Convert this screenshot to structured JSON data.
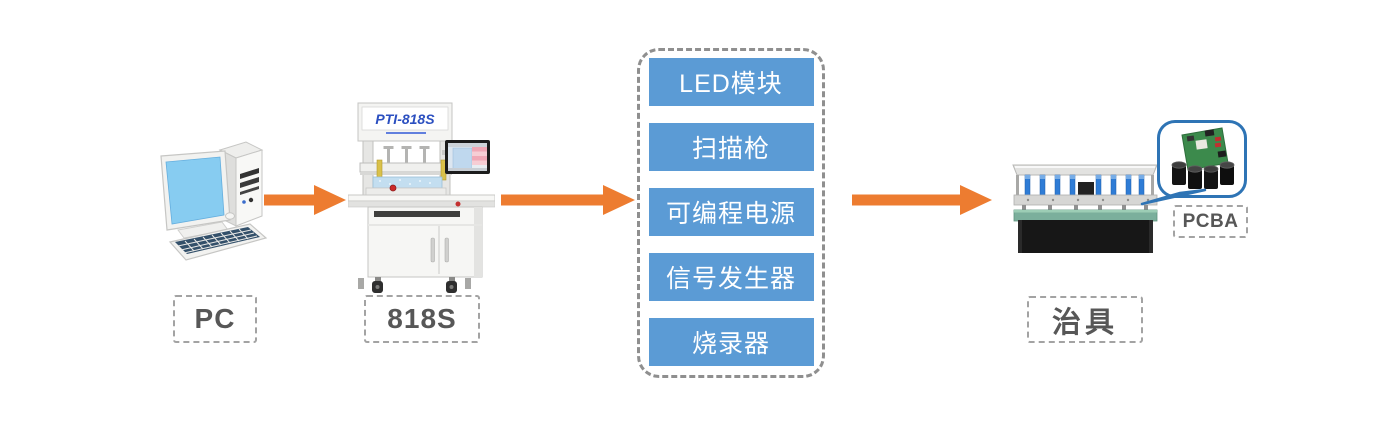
{
  "flow": {
    "pc": {
      "label": "PC"
    },
    "tester": {
      "label": "818S",
      "logo": "PTI-818S"
    },
    "instruments": {
      "items": [
        {
          "label": "LED模块"
        },
        {
          "label": "扫描枪"
        },
        {
          "label": "可编程电源"
        },
        {
          "label": "信号发生器"
        },
        {
          "label": "烧录器"
        }
      ]
    },
    "fixture": {
      "label": "治具"
    },
    "pcba": {
      "label": "PCBA"
    }
  },
  "colors": {
    "arrow_orange": "#ed7c30",
    "instrument_box_blue": "#5b9bd5",
    "instrument_text": "#ffffff",
    "group_dashed_border": "#8f8f8f",
    "label_dashed_border": "#a3a3a3",
    "label_text": "#575757",
    "callout_border_blue": "#2e74b5",
    "logo_blue": "#2b4fc0",
    "pc_screen_blue": "#87ccf1",
    "fixture_green": "#7baf9c",
    "fixture_rod_blue": "#2e7cd6"
  }
}
